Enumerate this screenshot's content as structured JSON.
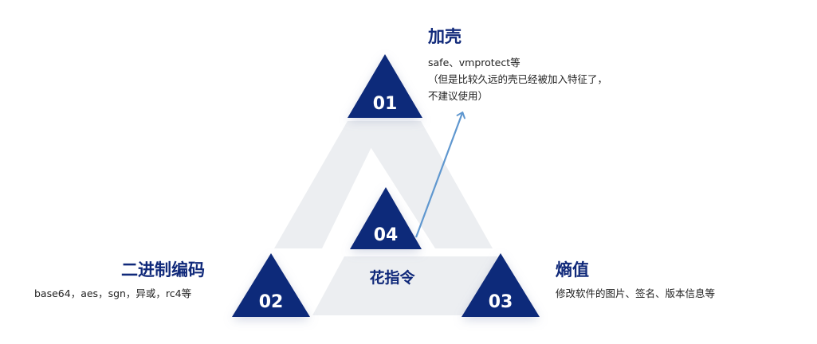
{
  "colors": {
    "navy": "#0d2a7a",
    "light_gray": "#eceef1",
    "arrow_blue": "#5f97cf",
    "title_color": "#10297a"
  },
  "nodes": {
    "n01": {
      "number": "01",
      "title": "加壳",
      "desc_lines": [
        "safe、vmprotect等",
        "（但是比较久远的壳已经被加入特征了，",
        "不建议使用）"
      ]
    },
    "n02": {
      "number": "02",
      "title": "二进制编码",
      "desc_lines": [
        "base64，aes，sgn，异或，rc4等"
      ]
    },
    "n03": {
      "number": "03",
      "title": "熵值",
      "desc_lines": [
        "修改软件的图片、签名、版本信息等"
      ]
    },
    "n04": {
      "number": "04",
      "title": "花指令"
    }
  }
}
